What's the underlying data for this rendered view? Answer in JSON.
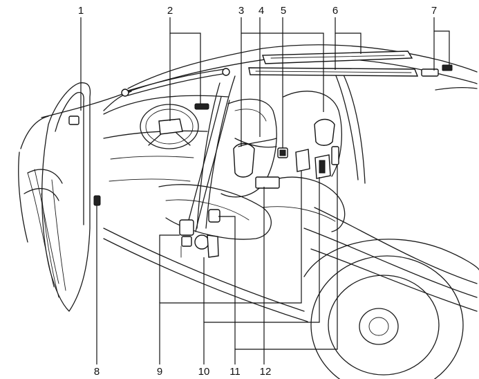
{
  "callouts": {
    "top": [
      "1",
      "2",
      "3",
      "4",
      "5",
      "6",
      "7"
    ],
    "bottom": [
      "8",
      "9",
      "10",
      "11",
      "12"
    ]
  }
}
